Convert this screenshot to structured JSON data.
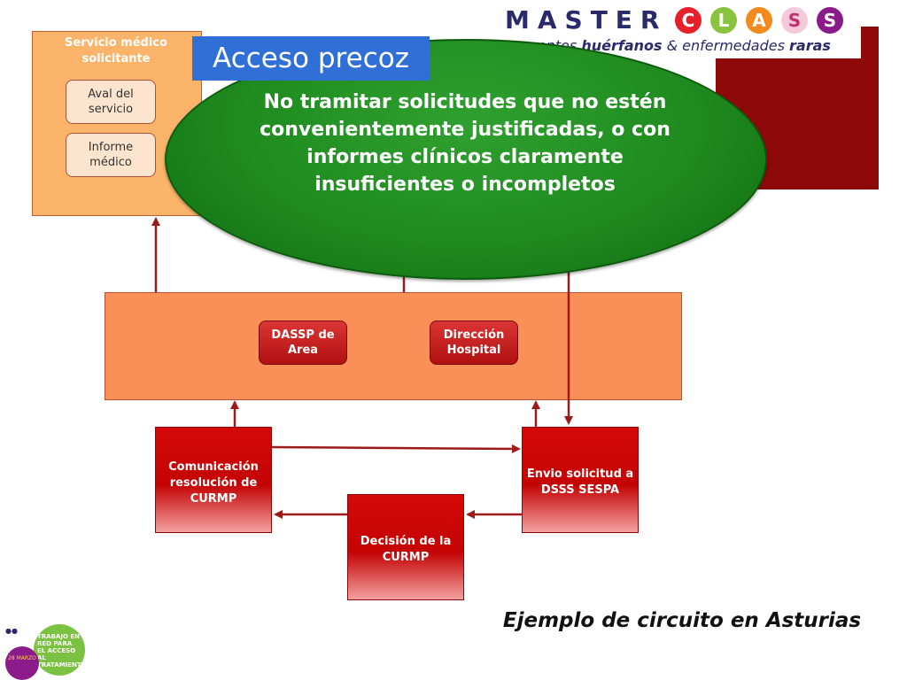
{
  "header": {
    "logo_text": "MASTER",
    "logo_circles": [
      "C",
      "L",
      "A",
      "S",
      "S"
    ],
    "logo_subtitle_prefix": "...mentos",
    "logo_subtitle_bold": "huérfanos",
    "logo_subtitle_mid": " & enfermedades ",
    "logo_subtitle_end": "raras"
  },
  "title": "Acceso precoz",
  "requester": {
    "title": "Servicio médico solicitante",
    "items": [
      "Aval del servicio",
      "Informe médico"
    ]
  },
  "ellipse_text": "No tramitar solicitudes que no estén convenientemente justificadas, o con informes clínicos claramente insuficientes o incompletos",
  "middle": {
    "nodes": [
      "DASSP de Area",
      "Dirección Hospital"
    ]
  },
  "process": {
    "comunicacion": "Comunicación resolución de CURMP",
    "envio": "Envio solicitud a DSSS SESPA",
    "decision": "Decisión de la CURMP"
  },
  "footer": "Ejemplo de circuito en Asturias",
  "badges": {
    "green_text": "TRABAJO EN RED PARA EL ACCESO AL TRATAMIENTO",
    "purple_text": "28 MARZO"
  },
  "colors": {
    "title_bg": "#2f6fd6",
    "ellipse": "#1f8a1f",
    "process_red": "#c40404",
    "band_orange": "#fb8f58",
    "panel_orange": "#fbb46a",
    "arrow": "#9b1a1a"
  }
}
